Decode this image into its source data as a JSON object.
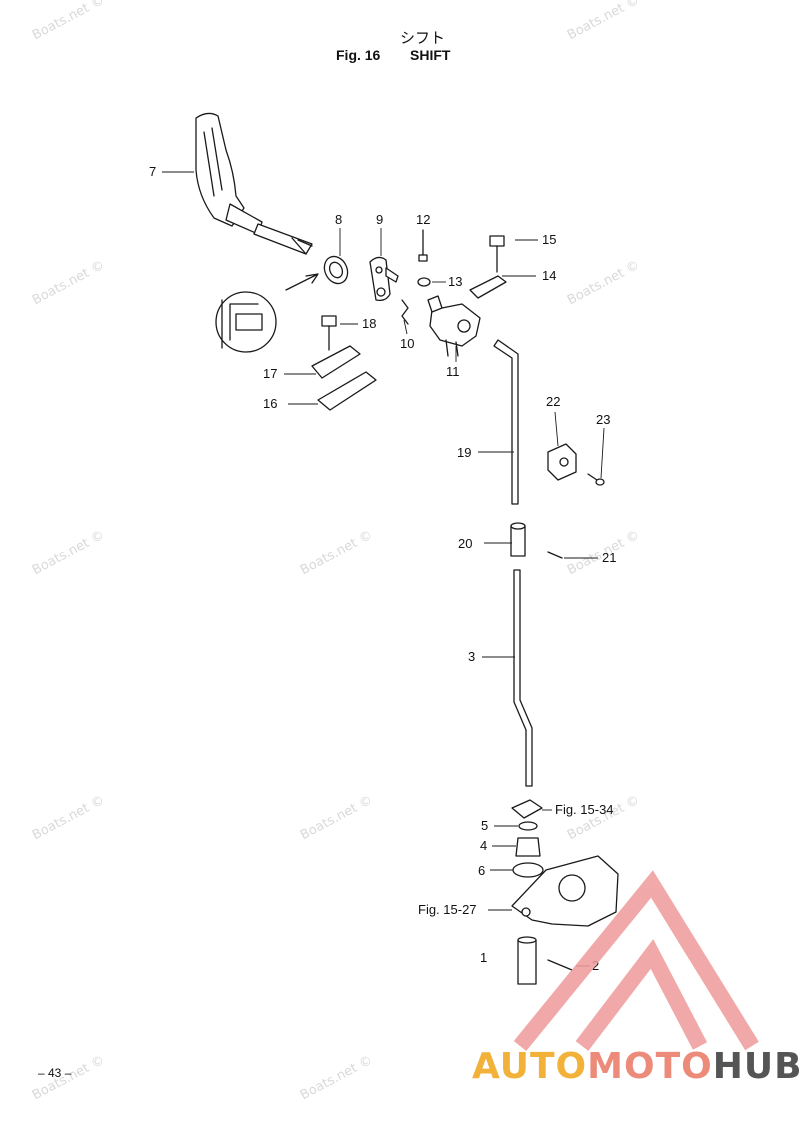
{
  "header": {
    "japanese_title": "シフト",
    "fig_label": "Fig. 16",
    "title": "SHIFT"
  },
  "page_number": "– 43 –",
  "watermark": "Boats.net ©",
  "brand": {
    "part1": "AUTO",
    "part2": "MOTO",
    "part3": "HUB",
    "colors": {
      "part1": "#f2b23a",
      "part2": "#ec8b7a",
      "part3": "#555555"
    }
  },
  "callouts": {
    "p1": "1",
    "p2": "2",
    "p3": "3",
    "p4": "4",
    "p5": "5",
    "p6": "6",
    "p7": "7",
    "p8": "8",
    "p9": "9",
    "p10": "10",
    "p11": "11",
    "p12": "12",
    "p13": "13",
    "p14": "14",
    "p15": "15",
    "p16": "16",
    "p17": "17",
    "p18": "18",
    "p19": "19",
    "p20": "20",
    "p21": "21",
    "p22": "22",
    "p23": "23",
    "ref_15_34": "Fig. 15-34",
    "ref_15_27": "Fig. 15-27"
  }
}
